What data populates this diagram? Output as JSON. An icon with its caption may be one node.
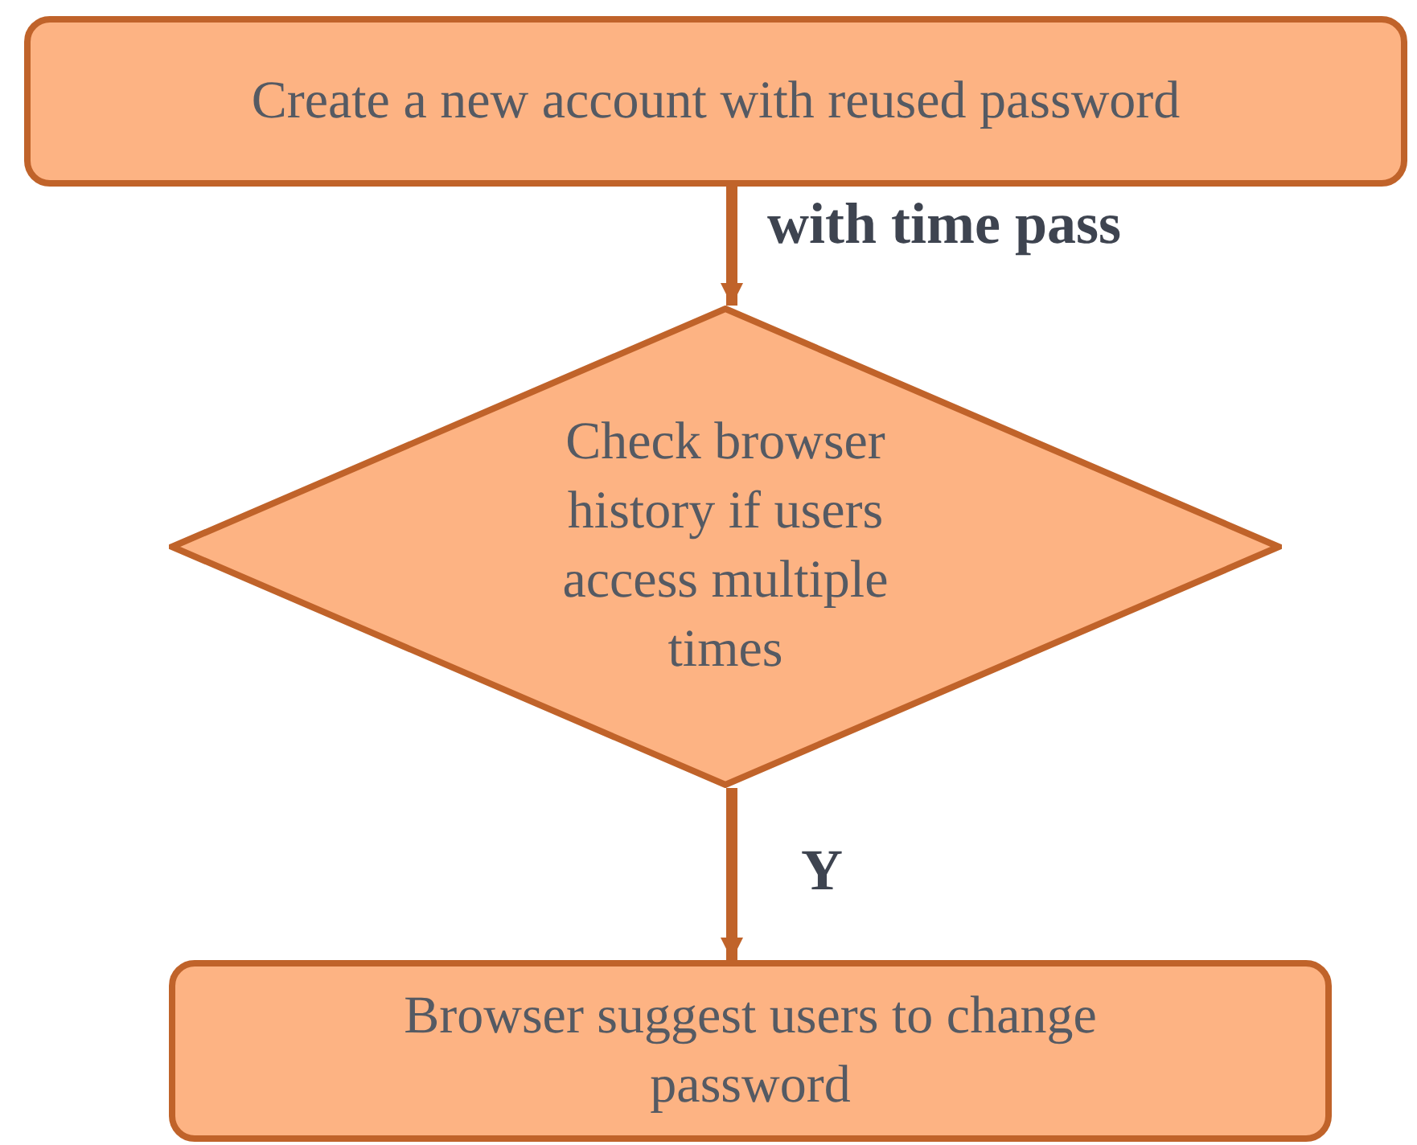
{
  "diagram": {
    "nodes": [
      {
        "text": [
          "Create a new account with reused password"
        ]
      },
      {
        "text": [
          "Check browser history if users access multiple times"
        ]
      },
      {
        "text": [
          "Browser suggest users to change password"
        ]
      }
    ],
    "edges": [
      {
        "from": 0,
        "to": 1,
        "arrow": "to",
        "label": "with time pass"
      },
      {
        "from": 1,
        "to": 2,
        "arrow": "to",
        "label": "Y"
      }
    ]
  }
}
